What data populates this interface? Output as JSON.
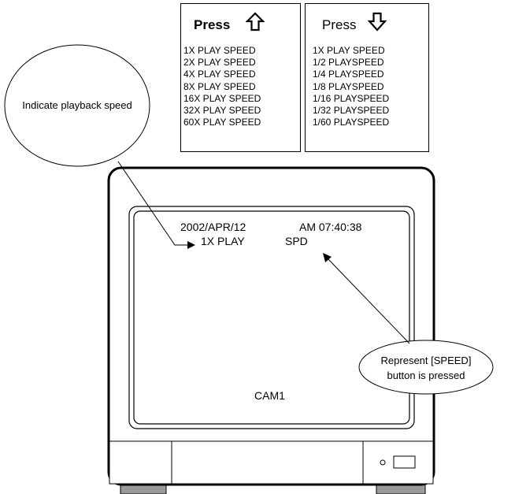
{
  "press_up_box": {
    "title": "Press",
    "icon": "arrow-up-outline-icon",
    "items": [
      "1X  PLAY SPEED",
      "2X  PLAY SPEED",
      "4X  PLAY SPEED",
      "8X  PLAY SPEED",
      "16X  PLAY SPEED",
      "32X  PLAY SPEED",
      "60X  PLAY SPEED"
    ]
  },
  "press_down_box": {
    "title": "Press",
    "icon": "arrow-down-outline-icon",
    "items": [
      "1X  PLAY SPEED",
      "1/2  PLAYSPEED",
      "1/4  PLAYSPEED",
      "1/8  PLAYSPEED",
      "1/16  PLAYSPEED",
      "1/32  PLAYSPEED",
      "1/60  PLAYSPEED"
    ]
  },
  "callouts": {
    "playback_speed": "Indicate playback speed",
    "speed_button_line1": "Represent [SPEED]",
    "speed_button_line2": "button is pressed"
  },
  "screen": {
    "date": "2002/APR/12",
    "time": "AM 07:40:38",
    "play_status": "1X PLAY",
    "speed_indicator": "SPD",
    "camera": "CAM1"
  }
}
